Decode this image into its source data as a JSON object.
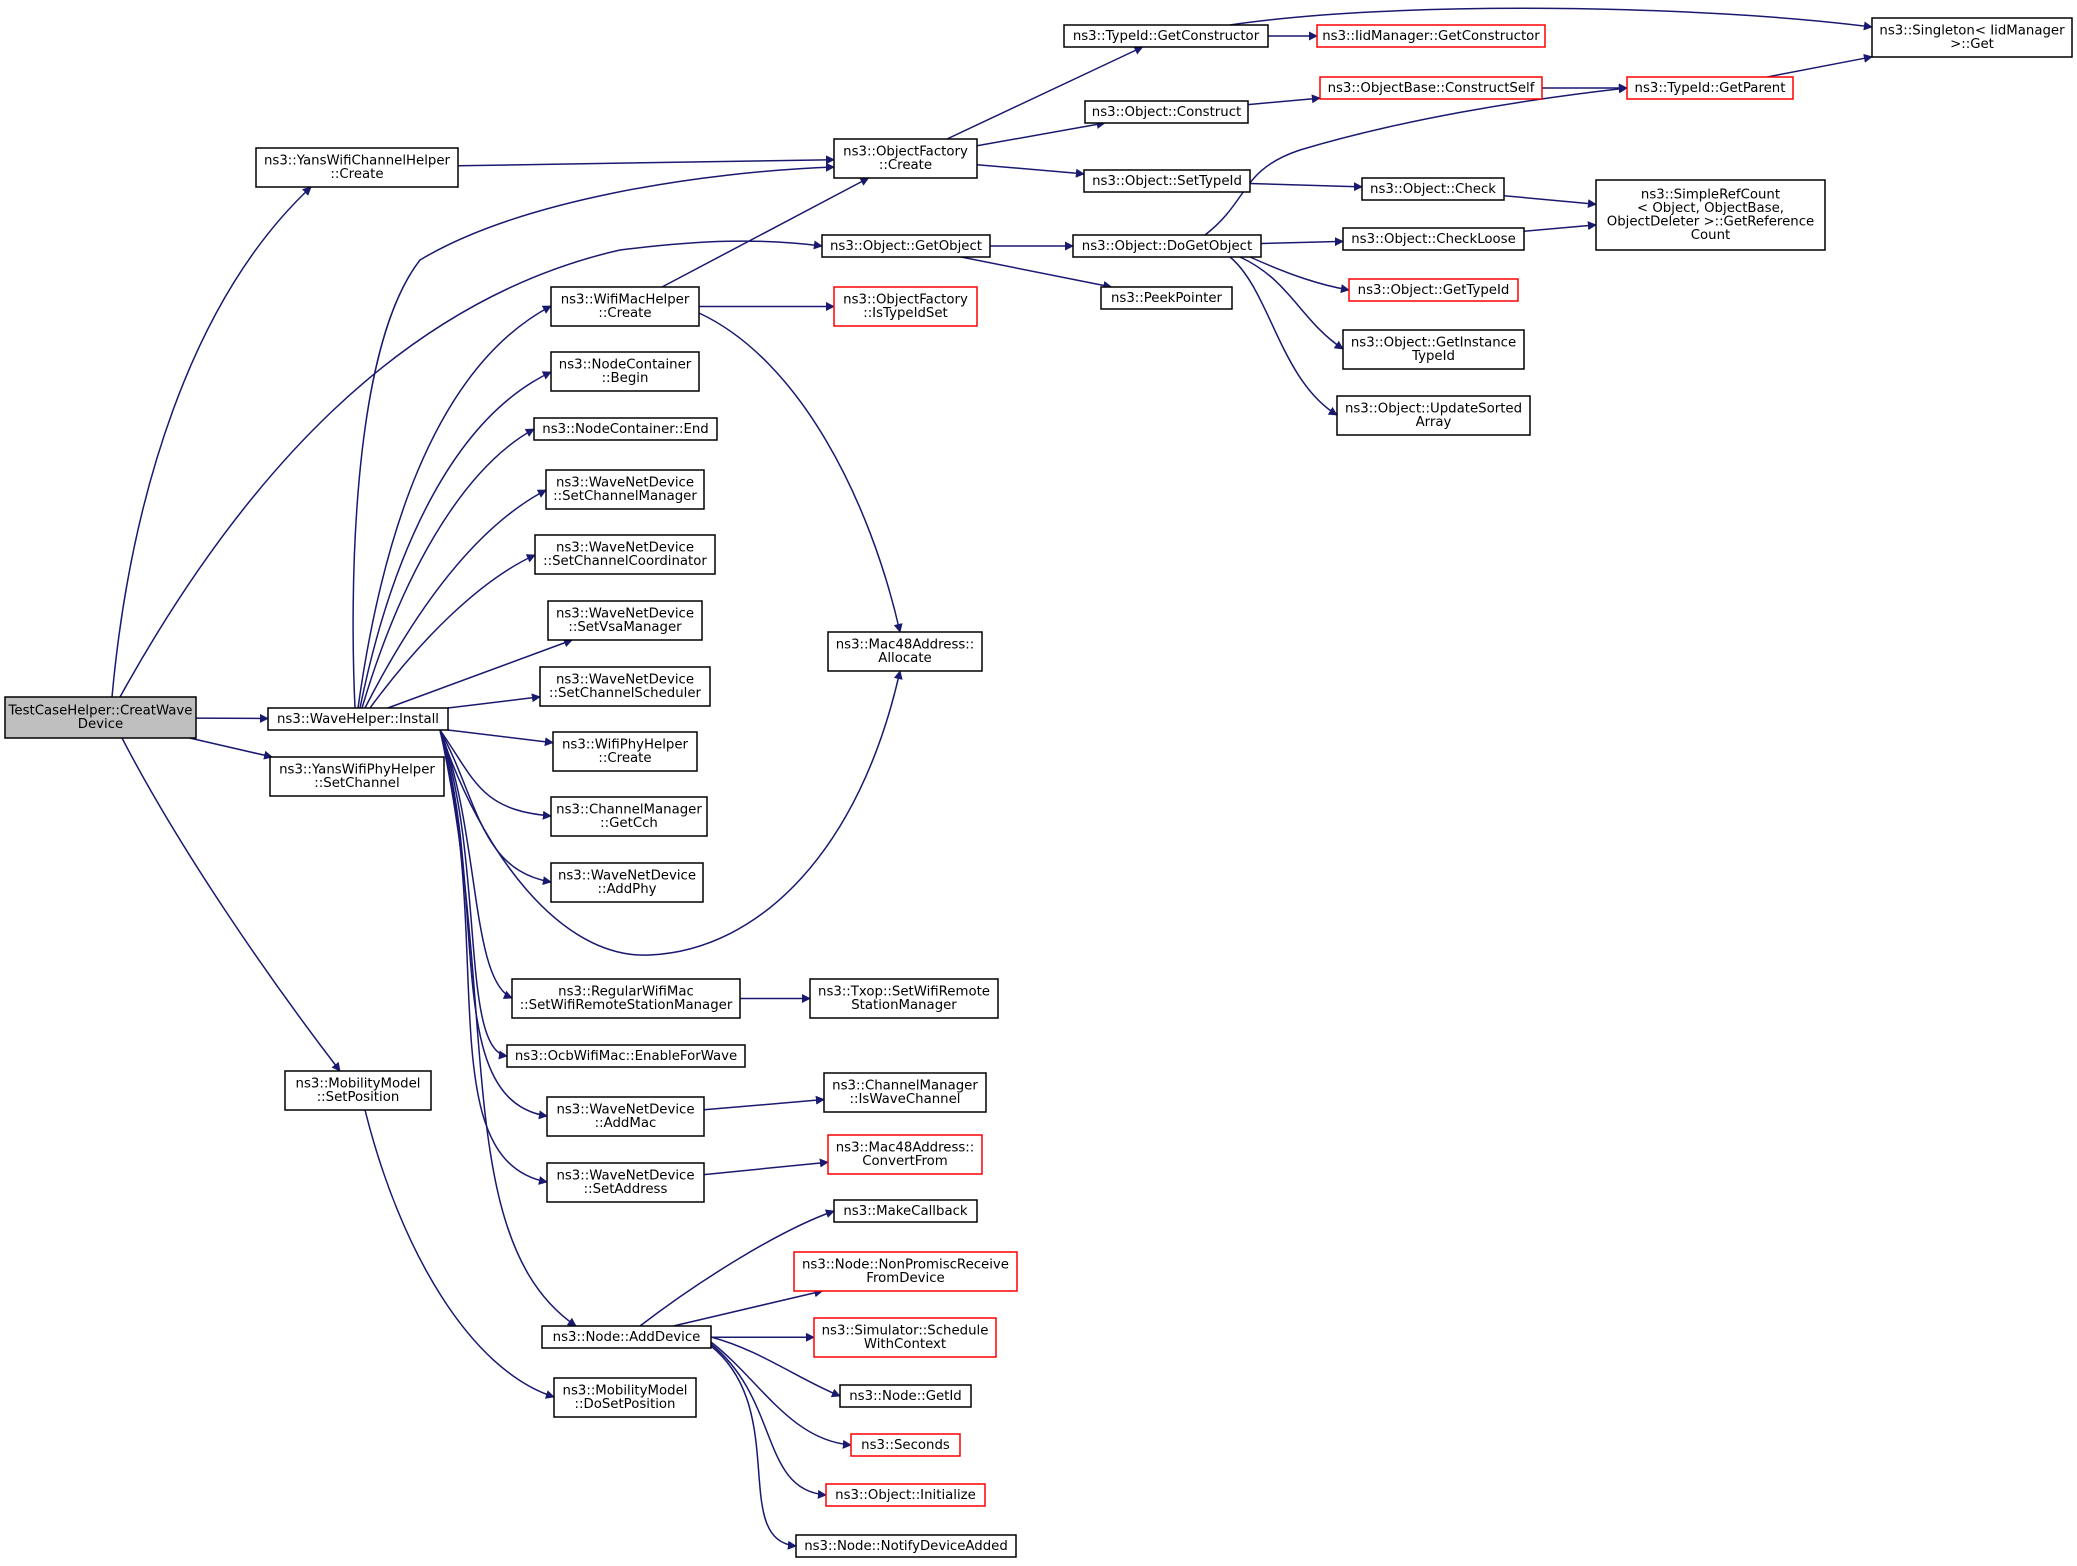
{
  "diagram": {
    "type": "call-graph",
    "colors": {
      "edge": "#191970",
      "node_border": "#000000",
      "truncated_border": "#ff0000",
      "root_fill": "#bfbfbf"
    },
    "nodes": [
      {
        "id": "root",
        "lines": [
          "TestCaseHelper::CreatWave",
          "Device"
        ],
        "root": true
      },
      {
        "id": "yansChannel",
        "lines": [
          "ns3::YansWifiChannelHelper",
          "::Create"
        ]
      },
      {
        "id": "install",
        "lines": [
          "ns3::WaveHelper::Install"
        ]
      },
      {
        "id": "yansPhy",
        "lines": [
          "ns3::YansWifiPhyHelper",
          "::SetChannel"
        ]
      },
      {
        "id": "mobSet",
        "lines": [
          "ns3::MobilityModel",
          "::SetPosition"
        ]
      },
      {
        "id": "macCreate",
        "lines": [
          "ns3::WifiMacHelper",
          "::Create"
        ]
      },
      {
        "id": "ncBegin",
        "lines": [
          "ns3::NodeContainer",
          "::Begin"
        ]
      },
      {
        "id": "ncEnd",
        "lines": [
          "ns3::NodeContainer::End"
        ]
      },
      {
        "id": "setChMgr",
        "lines": [
          "ns3::WaveNetDevice",
          "::SetChannelManager"
        ]
      },
      {
        "id": "setChCoord",
        "lines": [
          "ns3::WaveNetDevice",
          "::SetChannelCoordinator"
        ]
      },
      {
        "id": "setVsa",
        "lines": [
          "ns3::WaveNetDevice",
          "::SetVsaManager"
        ]
      },
      {
        "id": "setChSched",
        "lines": [
          "ns3::WaveNetDevice",
          "::SetChannelScheduler"
        ]
      },
      {
        "id": "phyCreate",
        "lines": [
          "ns3::WifiPhyHelper",
          "::Create"
        ]
      },
      {
        "id": "getCch",
        "lines": [
          "ns3::ChannelManager",
          "::GetCch"
        ]
      },
      {
        "id": "addPhy",
        "lines": [
          "ns3::WaveNetDevice",
          "::AddPhy"
        ]
      },
      {
        "id": "regMac",
        "lines": [
          "ns3::RegularWifiMac",
          "::SetWifiRemoteStationManager"
        ]
      },
      {
        "id": "ocb",
        "lines": [
          "ns3::OcbWifiMac::EnableForWave"
        ]
      },
      {
        "id": "addMac",
        "lines": [
          "ns3::WaveNetDevice",
          "::AddMac"
        ]
      },
      {
        "id": "setAddr",
        "lines": [
          "ns3::WaveNetDevice",
          "::SetAddress"
        ]
      },
      {
        "id": "addDev",
        "lines": [
          "ns3::Node::AddDevice"
        ]
      },
      {
        "id": "mobDo",
        "lines": [
          "ns3::MobilityModel",
          "::DoSetPosition"
        ]
      },
      {
        "id": "ofCreate",
        "lines": [
          "ns3::ObjectFactory",
          "::Create"
        ]
      },
      {
        "id": "getObj",
        "lines": [
          "ns3::Object::GetObject"
        ]
      },
      {
        "id": "isTypeIdSet",
        "lines": [
          "ns3::ObjectFactory",
          "::IsTypeIdSet"
        ],
        "truncated": true
      },
      {
        "id": "macAlloc",
        "lines": [
          "ns3::Mac48Address::",
          "Allocate"
        ]
      },
      {
        "id": "txop",
        "lines": [
          "ns3::Txop::SetWifiRemote",
          "StationManager"
        ]
      },
      {
        "id": "isWave",
        "lines": [
          "ns3::ChannelManager",
          "::IsWaveChannel"
        ]
      },
      {
        "id": "convFrom",
        "lines": [
          "ns3::Mac48Address::",
          "ConvertFrom"
        ],
        "truncated": true
      },
      {
        "id": "makeCb",
        "lines": [
          "ns3::MakeCallback"
        ]
      },
      {
        "id": "nonProm",
        "lines": [
          "ns3::Node::NonPromiscReceive",
          "FromDevice"
        ],
        "truncated": true
      },
      {
        "id": "schedCtx",
        "lines": [
          "ns3::Simulator::Schedule",
          "WithContext"
        ],
        "truncated": true
      },
      {
        "id": "getId",
        "lines": [
          "ns3::Node::GetId"
        ]
      },
      {
        "id": "seconds",
        "lines": [
          "ns3::Seconds"
        ],
        "truncated": true
      },
      {
        "id": "init",
        "lines": [
          "ns3::Object::Initialize"
        ],
        "truncated": true
      },
      {
        "id": "notify",
        "lines": [
          "ns3::Node::NotifyDeviceAdded"
        ]
      },
      {
        "id": "getCtor",
        "lines": [
          "ns3::TypeId::GetConstructor"
        ]
      },
      {
        "id": "construct",
        "lines": [
          "ns3::Object::Construct"
        ]
      },
      {
        "id": "setTypeId",
        "lines": [
          "ns3::Object::SetTypeId"
        ]
      },
      {
        "id": "doGetObj",
        "lines": [
          "ns3::Object::DoGetObject"
        ]
      },
      {
        "id": "peek",
        "lines": [
          "ns3::PeekPointer"
        ]
      },
      {
        "id": "iidCtor",
        "lines": [
          "ns3::IidManager::GetConstructor"
        ],
        "truncated": true
      },
      {
        "id": "ctorSelf",
        "lines": [
          "ns3::ObjectBase::ConstructSelf"
        ],
        "truncated": true
      },
      {
        "id": "check",
        "lines": [
          "ns3::Object::Check"
        ]
      },
      {
        "id": "checkLoose",
        "lines": [
          "ns3::Object::CheckLoose"
        ]
      },
      {
        "id": "getTypeId",
        "lines": [
          "ns3::Object::GetTypeId"
        ],
        "truncated": true
      },
      {
        "id": "getInst",
        "lines": [
          "ns3::Object::GetInstance",
          "TypeId"
        ]
      },
      {
        "id": "updSorted",
        "lines": [
          "ns3::Object::UpdateSorted",
          "Array"
        ]
      },
      {
        "id": "singleton",
        "lines": [
          "ns3::Singleton< IidManager",
          ">::Get"
        ]
      },
      {
        "id": "getParent",
        "lines": [
          "ns3::TypeId::GetParent"
        ],
        "truncated": true
      },
      {
        "id": "refCount",
        "lines": [
          "ns3::SimpleRefCount",
          "< Object, ObjectBase,",
          "ObjectDeleter >::GetReference",
          "Count"
        ]
      }
    ],
    "edges": [
      [
        "root",
        "yansChannel"
      ],
      [
        "root",
        "getObj"
      ],
      [
        "root",
        "install"
      ],
      [
        "root",
        "yansPhy"
      ],
      [
        "root",
        "mobSet"
      ],
      [
        "yansChannel",
        "ofCreate"
      ],
      [
        "install",
        "ofCreate"
      ],
      [
        "install",
        "macCreate"
      ],
      [
        "install",
        "ncBegin"
      ],
      [
        "install",
        "ncEnd"
      ],
      [
        "install",
        "setChMgr"
      ],
      [
        "install",
        "setChCoord"
      ],
      [
        "install",
        "setVsa"
      ],
      [
        "install",
        "setChSched"
      ],
      [
        "install",
        "phyCreate"
      ],
      [
        "install",
        "getCch"
      ],
      [
        "install",
        "addPhy"
      ],
      [
        "install",
        "macAlloc"
      ],
      [
        "install",
        "regMac"
      ],
      [
        "install",
        "ocb"
      ],
      [
        "install",
        "addMac"
      ],
      [
        "install",
        "setAddr"
      ],
      [
        "install",
        "addDev"
      ],
      [
        "mobSet",
        "mobDo"
      ],
      [
        "macCreate",
        "ofCreate"
      ],
      [
        "macCreate",
        "isTypeIdSet"
      ],
      [
        "macCreate",
        "macAlloc"
      ],
      [
        "regMac",
        "txop"
      ],
      [
        "addMac",
        "isWave"
      ],
      [
        "setAddr",
        "convFrom"
      ],
      [
        "addDev",
        "makeCb"
      ],
      [
        "addDev",
        "nonProm"
      ],
      [
        "addDev",
        "schedCtx"
      ],
      [
        "addDev",
        "getId"
      ],
      [
        "addDev",
        "seconds"
      ],
      [
        "addDev",
        "init"
      ],
      [
        "addDev",
        "notify"
      ],
      [
        "ofCreate",
        "getCtor"
      ],
      [
        "ofCreate",
        "construct"
      ],
      [
        "ofCreate",
        "setTypeId"
      ],
      [
        "getObj",
        "doGetObj"
      ],
      [
        "getObj",
        "peek"
      ],
      [
        "getCtor",
        "iidCtor"
      ],
      [
        "getCtor",
        "singleton"
      ],
      [
        "construct",
        "ctorSelf"
      ],
      [
        "ctorSelf",
        "getParent"
      ],
      [
        "getParent",
        "singleton"
      ],
      [
        "setTypeId",
        "check"
      ],
      [
        "check",
        "refCount"
      ],
      [
        "doGetObj",
        "getParent"
      ],
      [
        "doGetObj",
        "checkLoose"
      ],
      [
        "doGetObj",
        "getTypeId"
      ],
      [
        "doGetObj",
        "getInst"
      ],
      [
        "doGetObj",
        "updSorted"
      ],
      [
        "checkLoose",
        "refCount"
      ]
    ]
  }
}
